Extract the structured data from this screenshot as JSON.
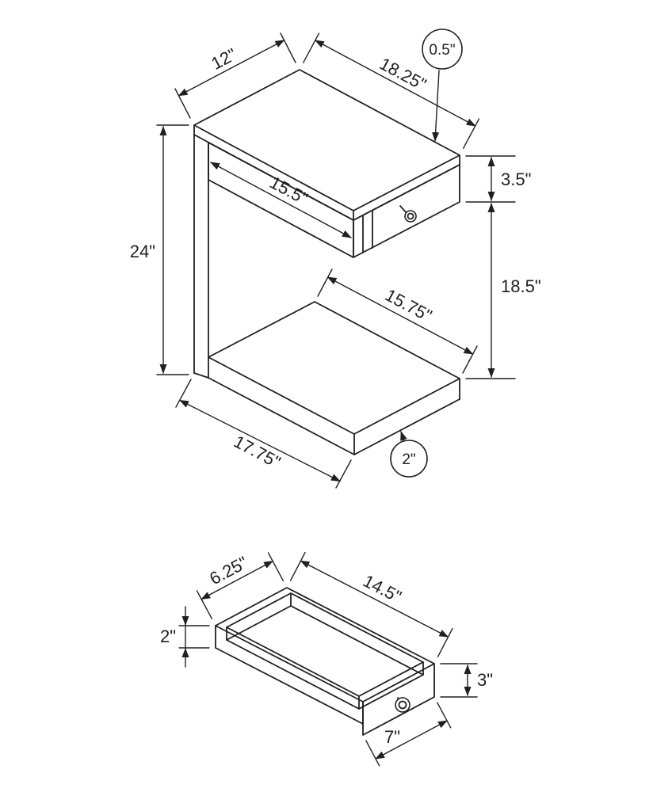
{
  "style": {
    "line_color": "#231f20",
    "text_color": "#231f20",
    "background": "#ffffff"
  },
  "table": {
    "labels": {
      "depth": "12\"",
      "width": "18.25\"",
      "top_thickness": "0.5\"",
      "apron_height": "3.5\"",
      "drawer_width": "15.5\"",
      "height": "24\"",
      "clearance": "18.5\"",
      "shelf_depth": "15.75\"",
      "base_length": "17.75\"",
      "base_thickness": "2\""
    }
  },
  "drawer": {
    "labels": {
      "depth": "6.25\"",
      "width": "14.5\"",
      "side_height": "2\"",
      "front_height": "3\"",
      "front_width": "7\""
    }
  }
}
